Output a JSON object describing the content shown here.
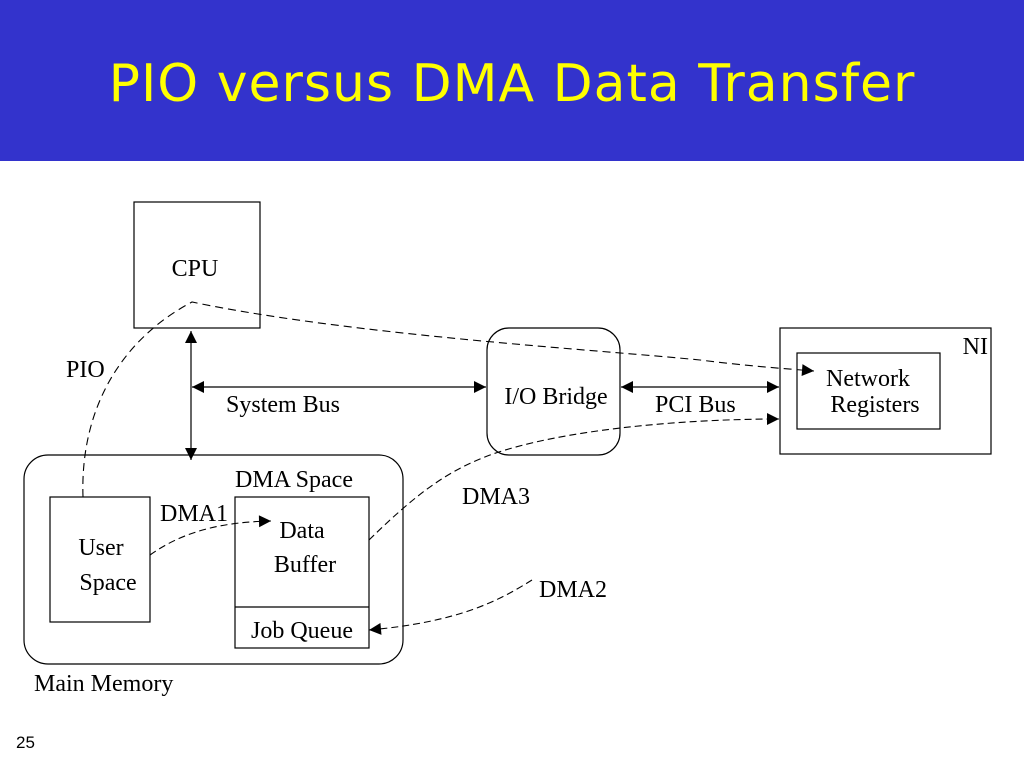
{
  "slide": {
    "title": "PIO versus DMA Data Transfer",
    "page_number": "25"
  },
  "diagram": {
    "cpu": "CPU",
    "io_bridge": "I/O Bridge",
    "ni": "NI",
    "network_registers": [
      "Network",
      "Registers"
    ],
    "main_memory": "Main Memory",
    "dma_space": "DMA Space",
    "user_space": [
      "User",
      "Space"
    ],
    "data_buffer": [
      "Data",
      "Buffer"
    ],
    "job_queue": "Job Queue",
    "system_bus": "System Bus",
    "pci_bus": "PCI Bus",
    "pio": "PIO",
    "dma1": "DMA1",
    "dma2": "DMA2",
    "dma3": "DMA3"
  },
  "colors": {
    "title_bar": "#3333cc",
    "title_text": "#ffff00"
  }
}
